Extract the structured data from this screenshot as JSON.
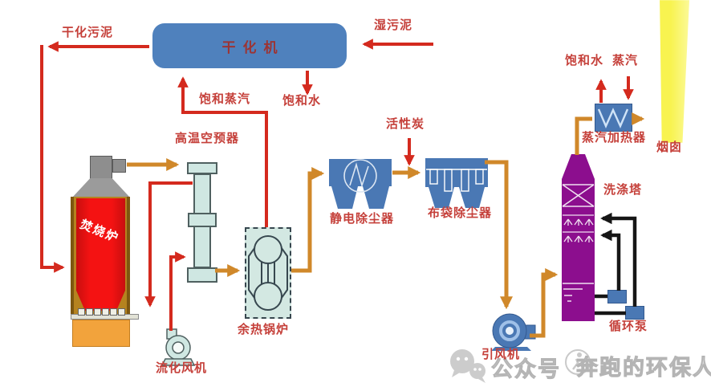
{
  "flows": {
    "dried_sludge": "干化污泥",
    "wet_sludge": "湿污泥",
    "saturated_steam": "饱和蒸汽",
    "saturated_water": "饱和水",
    "steam": "蒸汽",
    "activated_carbon": "活性炭"
  },
  "equipment": {
    "dryer": "干化机",
    "air_preheater": "高温空预器",
    "incinerator": "焚烧炉",
    "waste_heat_boiler": "余热锅炉",
    "fluidizing_fan": "流化风机",
    "esp": "静电除尘器",
    "bag_filter": "布袋除尘器",
    "steam_heater": "蒸汽加热器",
    "chimney": "烟囱",
    "scrubber_tower": "洗涤塔",
    "induced_draft_fan": "引风机",
    "circulation_pump": "循环泵"
  },
  "watermark": {
    "account_label": "公众号",
    "account_name": "奔跑的环保人",
    "icons": [
      "wechat-icon",
      "runner-icon"
    ]
  },
  "colors": {
    "pipe_red": "#d42a1e",
    "pipe_orange": "#d0882a",
    "pipe_black": "#161616",
    "equipment_blue": "#4a78b4",
    "dryer_blue": "#4f81bd",
    "tower_purple": "#8c0e8e",
    "chimney_yellow": "#f8f350",
    "incinerator_red": "#f41212",
    "vessel_brown": "#b5831f",
    "base_orange": "#f2a33c",
    "preheater_cyan": "#cfe7e2",
    "label_red": "#c5403a",
    "watermark_gray": "#c4c4c4"
  }
}
